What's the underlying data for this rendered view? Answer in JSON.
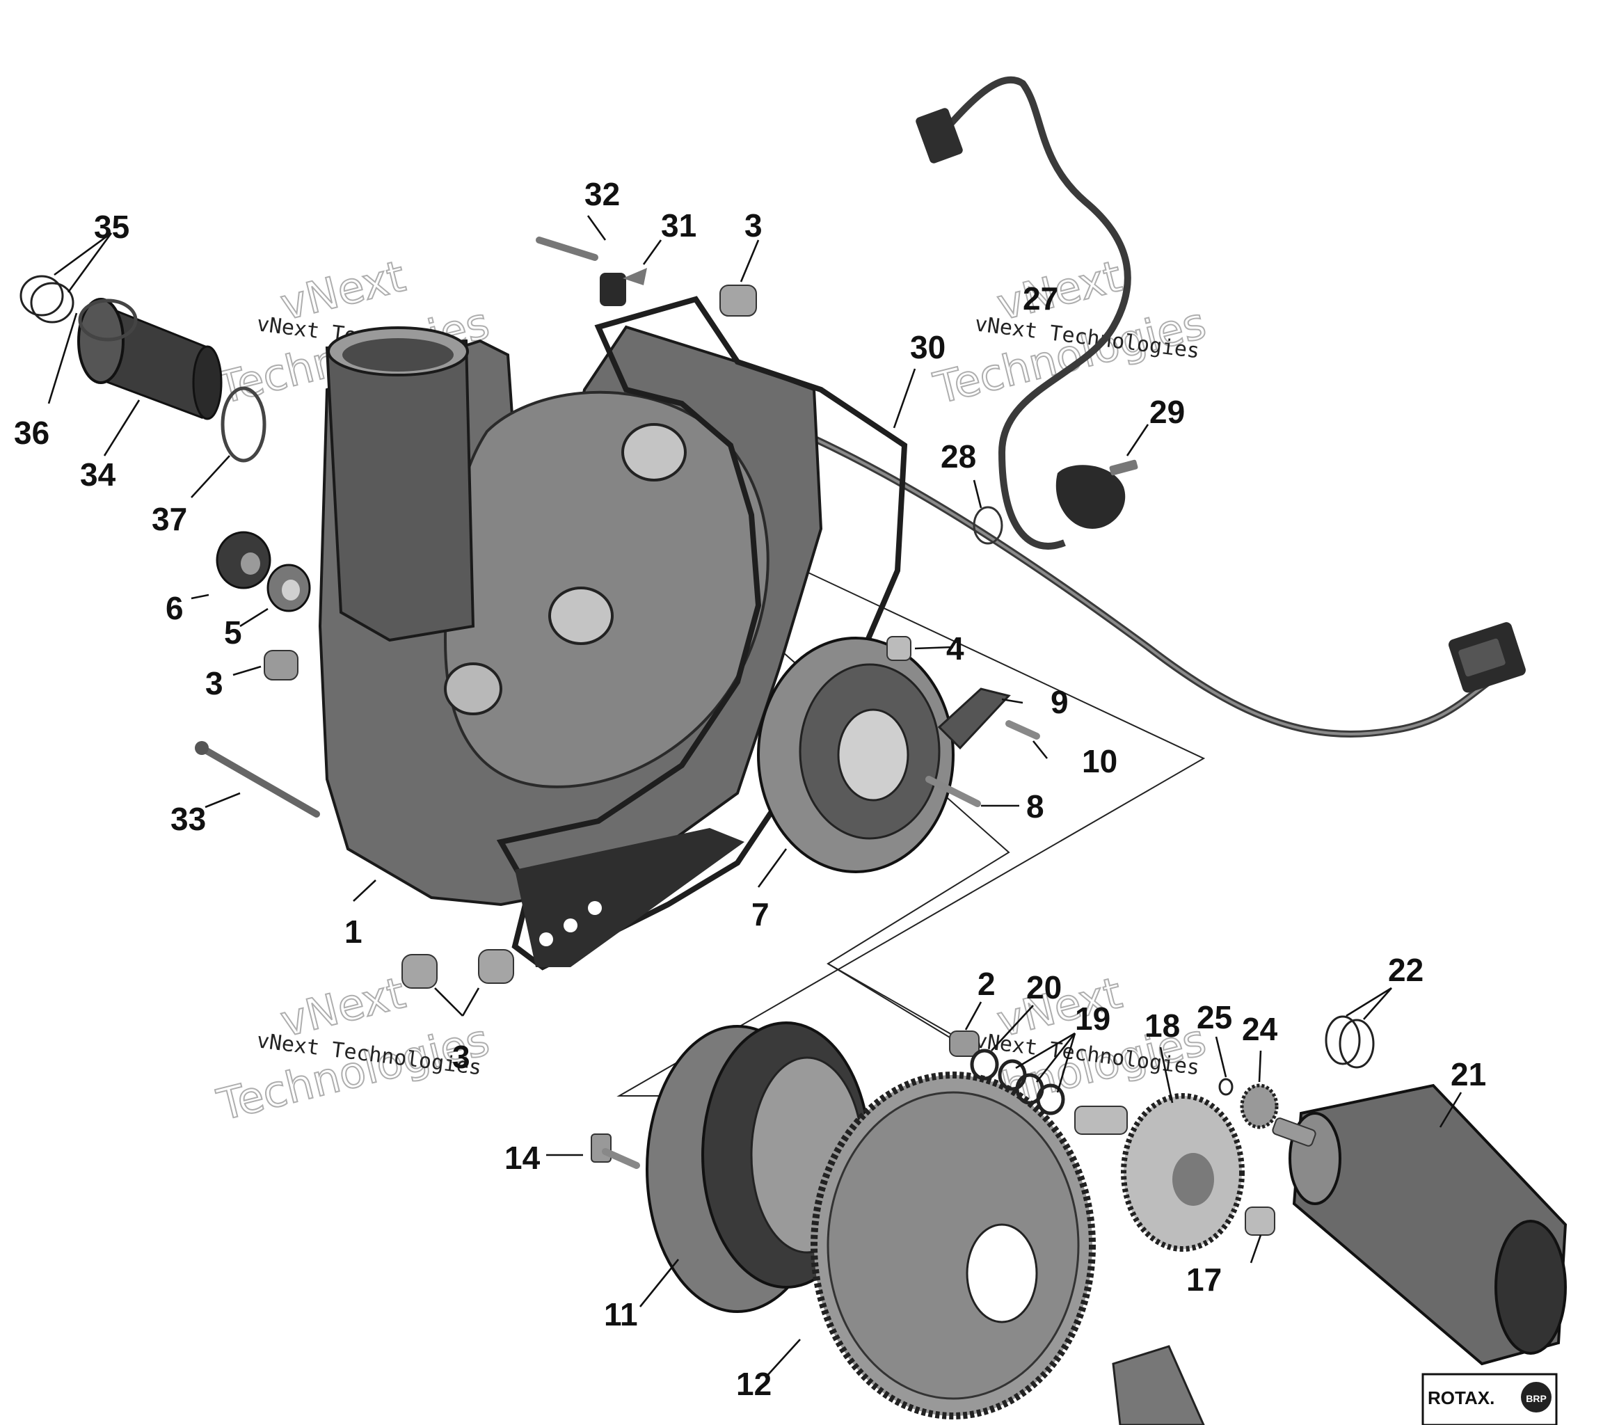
{
  "watermark": {
    "line1": "vNext",
    "line2": "Technologies",
    "full": "vNext Technologies"
  },
  "logo": {
    "brand": "ROTAX.",
    "mark": "BRP"
  },
  "callouts": {
    "c1": "1",
    "c2": "2",
    "c3a": "3",
    "c3b": "3",
    "c3c": "3",
    "c4": "4",
    "c5": "5",
    "c6": "6",
    "c7": "7",
    "c8": "8",
    "c9": "9",
    "c10": "10",
    "c11": "11",
    "c12": "12",
    "c14": "14",
    "c17": "17",
    "c18": "18",
    "c19": "19",
    "c20": "20",
    "c21": "21",
    "c22": "22",
    "c24": "24",
    "c25": "25",
    "c27": "27",
    "c28": "28",
    "c29": "29",
    "c30": "30",
    "c31": "31",
    "c32": "32",
    "c33": "33",
    "c34": "34",
    "c35": "35",
    "c36": "36",
    "c37": "37"
  },
  "colors": {
    "part_dark": "#4a4a4a",
    "part_mid": "#7a7a7a",
    "part_light": "#b5b5b5",
    "line": "#111111"
  }
}
